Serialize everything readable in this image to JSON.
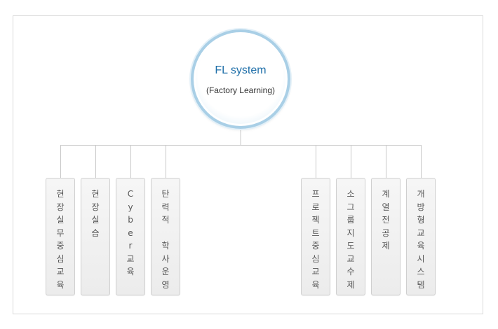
{
  "center": {
    "title": "FL system",
    "subtitle": "(Factory Learning)"
  },
  "items": [
    {
      "label": "현장실무중심교육",
      "lines": [
        "현",
        "장",
        "실",
        "무",
        "중",
        "심",
        "교",
        "육"
      ]
    },
    {
      "label": "현장실습",
      "lines": [
        "현",
        "장",
        "실",
        "습"
      ]
    },
    {
      "label": "Cyber교육",
      "lines": [
        "C",
        "y",
        "b",
        "e",
        "r",
        "교",
        "육"
      ]
    },
    {
      "label": "탄력적 학사운영",
      "lines": [
        "탄",
        "력",
        "적",
        "",
        "학",
        "사",
        "운",
        "영"
      ]
    },
    {
      "label": "프로젝트중심교육",
      "lines": [
        "프",
        "로",
        "젝",
        "트",
        "중",
        "심",
        "교",
        "육"
      ]
    },
    {
      "label": "소그룹지도교수제",
      "lines": [
        "소",
        "그",
        "룹",
        "지",
        "도",
        "교",
        "수",
        "제"
      ]
    },
    {
      "label": "계열전공제",
      "lines": [
        "계",
        "열",
        "전",
        "공",
        "제"
      ]
    },
    {
      "label": "개방형교육시스템",
      "lines": [
        "개",
        "방",
        "형",
        "교",
        "육",
        "시",
        "스",
        "템"
      ]
    }
  ],
  "colors": {
    "accent": "#1f6fa9",
    "hub_ring": "#a9cfe6",
    "box_fill": "#efefef",
    "connector": "#c8c8c8"
  }
}
